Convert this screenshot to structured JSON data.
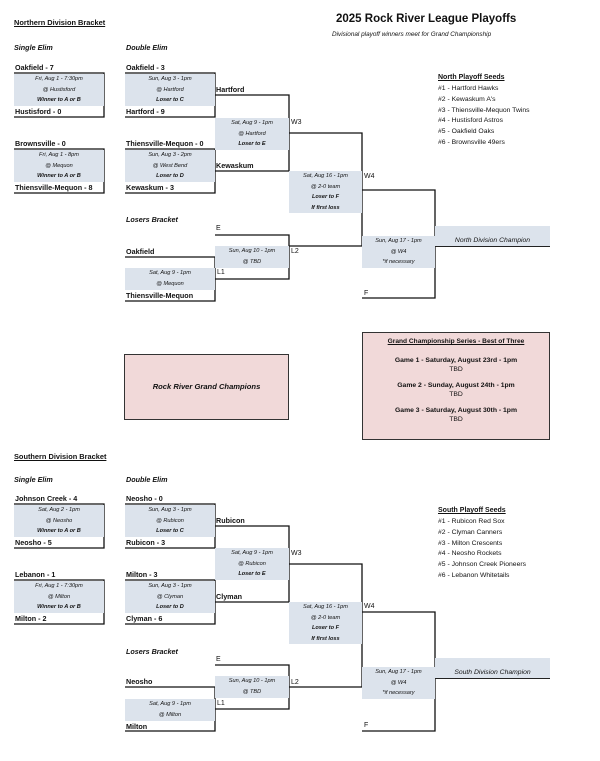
{
  "title": "2025 Rock River League Playoffs",
  "subtitle": "Divisional playoff winners meet for Grand Championship",
  "north": {
    "heading": "Northern Division Bracket",
    "single_elim_label": "Single Elim",
    "double_elim_label": "Double Elim",
    "losers_label": "Losers Bracket",
    "se1": {
      "top": "Oakfield - 7",
      "bottom": "Hustisford - 0",
      "date": "Fri, Aug 1 - 7:30pm",
      "loc": "@ Hustisford",
      "note": "Winner to A or B"
    },
    "se2": {
      "top": "Brownsville - 0",
      "bottom": "Thiensville-Mequon - 8",
      "date": "Fri, Aug 1 - 8pm",
      "loc": "@ Mequon",
      "note": "Winner to A or B"
    },
    "de1": {
      "top": "Oakfield - 3",
      "bottom": "Hartford - 9",
      "date": "Sun, Aug 3 - 1pm",
      "loc": "@ Hartford",
      "note": "Loser to C"
    },
    "de2": {
      "top": "Thiensville-Mequon - 0",
      "bottom": "Kewaskum - 3",
      "date": "Sun, Aug 3 - 2pm",
      "loc": "@ West Bend",
      "note": "Loser to D"
    },
    "w1_top": "Hartford",
    "w1_bottom": "Kewaskum",
    "w3": {
      "date": "Sat, Aug 9 - 1pm",
      "loc": "@ Hartford",
      "note": "Loser to E",
      "tag": "W3"
    },
    "w4": {
      "date": "Sat, Aug 16 - 1pm",
      "loc": "@ 2-0 team",
      "note1": "Loser to F",
      "note2": "If first loss",
      "tag": "W4"
    },
    "final": {
      "date": "Sun, Aug 17 - 1pm",
      "loc": "@ W4",
      "note": "*if necessary"
    },
    "champion": "North Division Champion",
    "losers_top": "Oakfield",
    "losers_bottom": "Thiensville-Mequon",
    "l1": {
      "date": "Sat, Aug 9 - 1pm",
      "loc": "@ Mequon",
      "tag": "L1"
    },
    "l2": {
      "date": "Sun, Aug 10 - 1pm",
      "loc": "@ TBD",
      "tag": "L2"
    },
    "e_label": "E",
    "f_label": "F",
    "seeds_title": "North Playoff Seeds",
    "seeds": [
      "#1 - Hartford Hawks",
      "#2 - Kewaskum A's",
      "#3 - Thiensville-Mequon Twins",
      "#4 - Hustisford Astros",
      "#5 - Oakfield Oaks",
      "#6 - Brownsville 49ers"
    ]
  },
  "grand": {
    "champions_label": "Rock River Grand Champions",
    "series_title": "Grand Championship Series - Best of Three",
    "games": [
      {
        "label": "Game 1 - Saturday, August 23rd - 1pm",
        "venue": "TBD"
      },
      {
        "label": "Game 2 - Sunday, August 24th - 1pm",
        "venue": "TBD"
      },
      {
        "label": "Game 3 - Saturday, August 30th - 1pm",
        "venue": "TBD"
      }
    ]
  },
  "south": {
    "heading": "Southern Division Bracket",
    "single_elim_label": "Single Elim",
    "double_elim_label": "Double Elim",
    "losers_label": "Losers Bracket",
    "se1": {
      "top": "Johnson Creek - 4",
      "bottom": "Neosho - 5",
      "date": "Sat, Aug 2 - 1pm",
      "loc": "@ Neosho",
      "note": "Winner to A or B"
    },
    "se2": {
      "top": "Lebanon - 1",
      "bottom": "Milton - 2",
      "date": "Fri, Aug 1 - 7:30pm",
      "loc": "@ Milton",
      "note": "Winner to A or B"
    },
    "de1": {
      "top": "Neosho - 0",
      "bottom": "Rubicon - 3",
      "date": "Sun, Aug 3 - 1pm",
      "loc": "@ Rubicon",
      "note": "Loser to C"
    },
    "de2": {
      "top": "Milton - 3",
      "bottom": "Clyman - 6",
      "date": "Sun, Aug 3 - 1pm",
      "loc": "@ Clyman",
      "note": "Loser to D"
    },
    "w1_top": "Rubicon",
    "w1_bottom": "Clyman",
    "w3": {
      "date": "Sat, Aug 9 - 1pm",
      "loc": "@ Rubicon",
      "note": "Loser to E",
      "tag": "W3"
    },
    "w4": {
      "date": "Sat, Aug 16 - 1pm",
      "loc": "@ 2-0 team",
      "note1": "Loser to F",
      "note2": "If first loss",
      "tag": "W4"
    },
    "final": {
      "date": "Sun, Aug 17 - 1pm",
      "loc": "@ W4",
      "note": "*if necessary"
    },
    "champion": "South Division Champion",
    "losers_top": "Neosho",
    "losers_bottom": "Milton",
    "l1": {
      "date": "Sat, Aug 9 - 1pm",
      "loc": "@ Milton",
      "tag": "L1"
    },
    "l2": {
      "date": "Sun, Aug 10 - 1pm",
      "loc": "@ TBD",
      "tag": "L2"
    },
    "e_label": "E",
    "f_label": "F",
    "seeds_title": "South Playoff Seeds",
    "seeds": [
      "#1 - Rubicon Red Sox",
      "#2 - Clyman Canners",
      "#3 - Milton Crescents",
      "#4 - Neosho Rockets",
      "#5 - Johnson Creek Pioneers",
      "#6 - Lebanon Whitetails"
    ]
  }
}
